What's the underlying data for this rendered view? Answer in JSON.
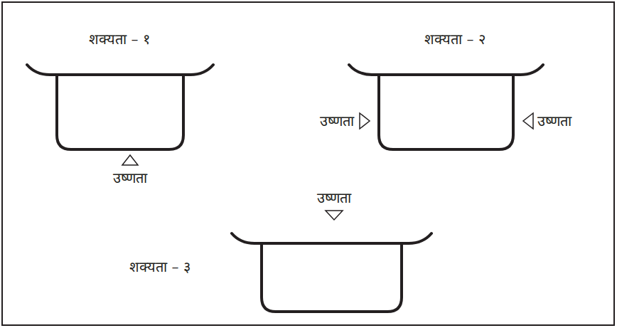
{
  "diagram": {
    "labels": [
      "शक्यता – १",
      "शक्यता – २",
      "उष्णता",
      "उष्णता",
      "उष्णता",
      "उष्णता",
      "शक्यता – ३"
    ]
  }
}
